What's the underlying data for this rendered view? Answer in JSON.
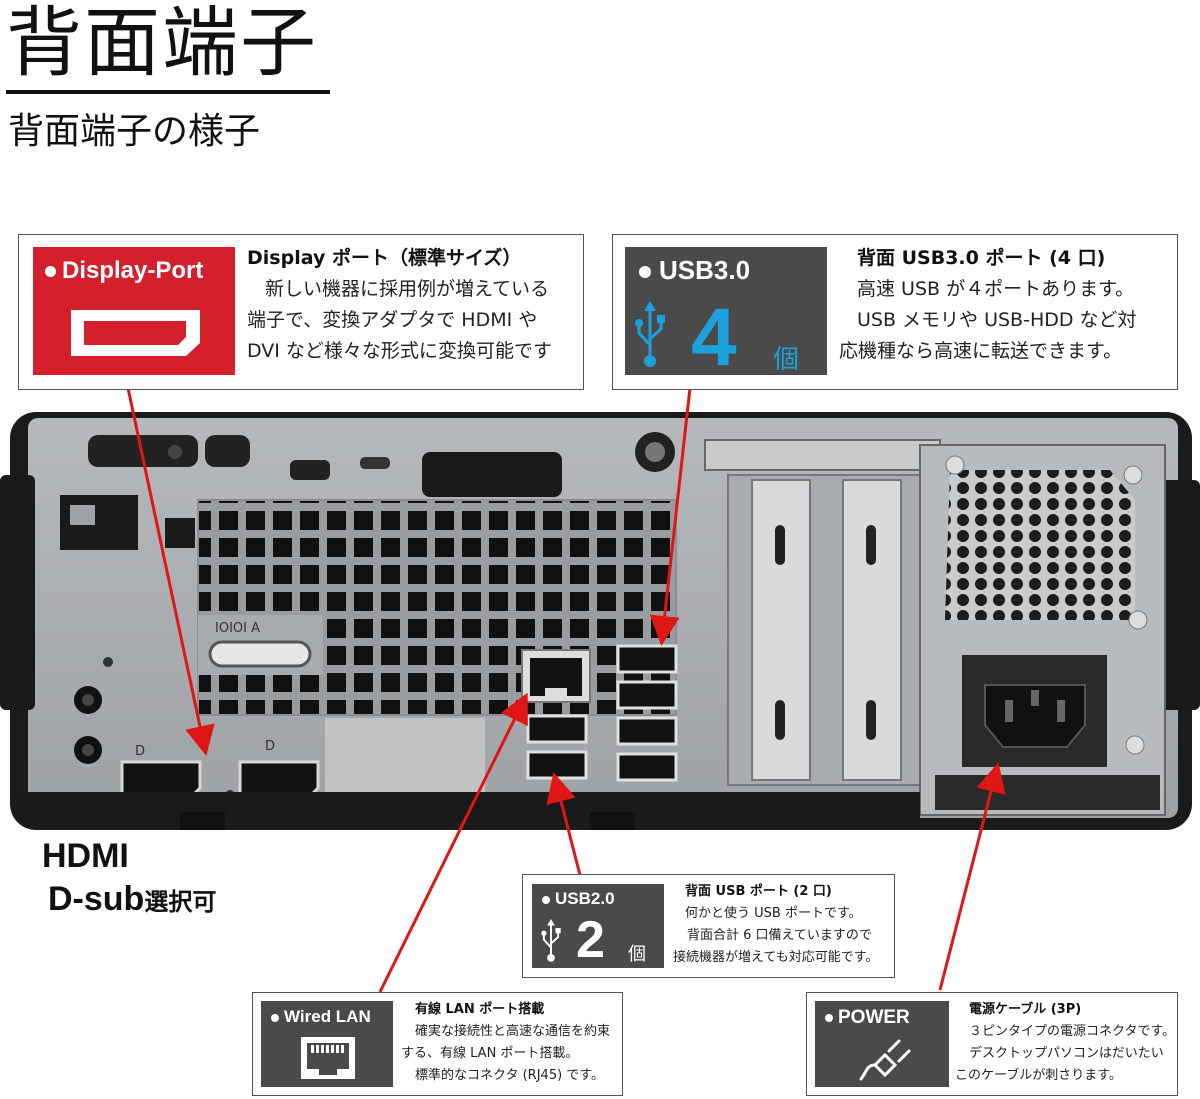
{
  "header": {
    "title": "背面端子",
    "subtitle": "背面端子の様子"
  },
  "colors": {
    "accent_red": "#d4202c",
    "tile_dark": "#4a4a4a",
    "usb_blue": "#1da1dc",
    "arrow_red": "#e01616"
  },
  "callouts": {
    "displayport": {
      "tile_label": "Display-Port",
      "icon": "displayport-icon",
      "heading": "Display ポート（標準サイズ）",
      "lines": [
        "新しい機器に採用例が増えている",
        "端子で、変換アダプタで HDMI や",
        "DVI など様々な形式に変換可能です"
      ]
    },
    "usb3": {
      "tile_label": "USB3.0",
      "icon": "usb-icon",
      "count": "4",
      "unit": "個",
      "heading": "背面 USB3.0 ポート (4 口)",
      "lines": [
        "高速 USB が４ポートあります。",
        "USB メモリや USB-HDD など対",
        "応機種なら高速に転送できます。"
      ]
    },
    "usb2": {
      "tile_label": "USB2.0",
      "icon": "usb-icon",
      "count": "2",
      "unit": "個",
      "heading": "背面 USB ポート (2 口)",
      "lines": [
        "何かと使う USB ポートです。",
        "背面合計 6 口備えていますので",
        "接続機器が増えても対応可能です。"
      ]
    },
    "lan": {
      "tile_label": "Wired LAN",
      "icon": "ethernet-port-icon",
      "heading": "有線 LAN ポート搭載",
      "lines": [
        "確実な接続性と高速な通信を約束",
        "する、有線 LAN ポート搭載。",
        "標準的なコネクタ (RJ45) です。"
      ]
    },
    "power": {
      "tile_label": "POWER",
      "icon": "power-plug-icon",
      "heading": "電源ケーブル (3P)",
      "lines": [
        "３ピンタイプの電源コネクタです。",
        "デスクトップパソコンはだいたい",
        "このケーブルが刺さります。"
      ]
    }
  },
  "video_options": {
    "line1": "HDMI",
    "line2_main": "D-sub",
    "line2_suffix": "選択可"
  },
  "panel_marks": {
    "serial_label": "IOIOI A"
  }
}
